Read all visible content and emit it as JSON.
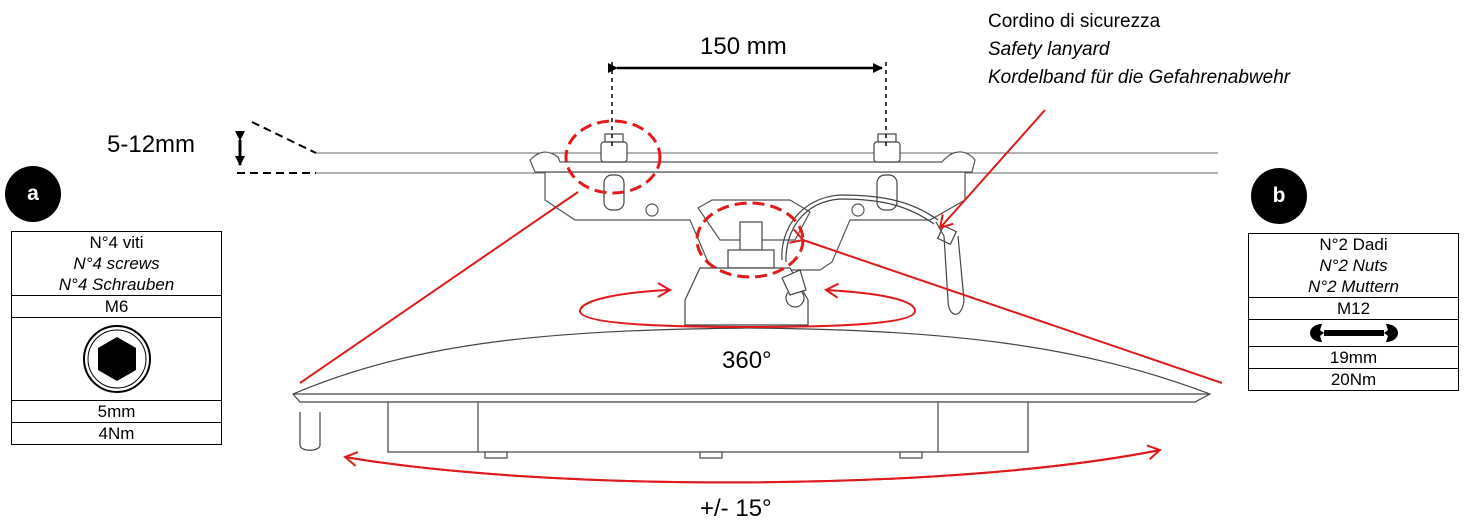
{
  "dimensions": {
    "spacing": "150 mm",
    "thickness": "5-12mm",
    "rotation": "360°",
    "tilt": "+/- 15°"
  },
  "lanyard": {
    "it": "Cordino di sicurezza",
    "en": "Safety lanyard",
    "de": "Kordelband für die Gefahrenabwehr"
  },
  "spec_a": {
    "badge": "a",
    "line_it": "N°4 viti",
    "line_en": "N°4 screws",
    "line_de": "N°4 Schrauben",
    "size": "M6",
    "icon": "hex-socket-icon",
    "key": "5mm",
    "torque": "4Nm"
  },
  "spec_b": {
    "badge": "b",
    "line_it": "N°2 Dadi",
    "line_en": "N°2 Nuts",
    "line_de": "N°2 Muttern",
    "size": "M12",
    "icon": "wrench-icon",
    "key": "19mm",
    "torque": "20Nm"
  },
  "colors": {
    "callout": "#e0191b",
    "line": "#555555",
    "ink": "#000000"
  }
}
